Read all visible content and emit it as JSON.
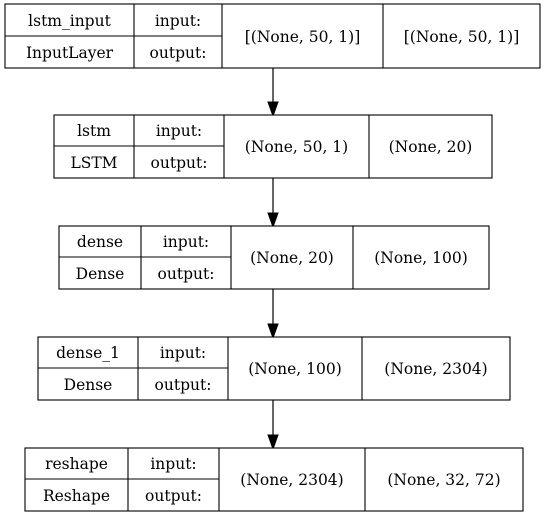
{
  "nodes": [
    {
      "name": "lstm_input",
      "type": "InputLayer",
      "input_label": "input:",
      "output_label": "output:",
      "input_shape": "[(None, 50, 1)]",
      "output_shape": "[(None, 50, 1)]"
    },
    {
      "name": "lstm",
      "type": "LSTM",
      "input_label": "input:",
      "output_label": "output:",
      "input_shape": "(None, 50, 1)",
      "output_shape": "(None, 20)"
    },
    {
      "name": "dense",
      "type": "Dense",
      "input_label": "input:",
      "output_label": "output:",
      "input_shape": "(None, 20)",
      "output_shape": "(None, 100)"
    },
    {
      "name": "dense_1",
      "type": "Dense",
      "input_label": "input:",
      "output_label": "output:",
      "input_shape": "(None, 100)",
      "output_shape": "(None, 2304)"
    },
    {
      "name": "reshape",
      "type": "Reshape",
      "input_label": "input:",
      "output_label": "output:",
      "input_shape": "(None, 2304)",
      "output_shape": "(None, 32, 72)"
    }
  ],
  "edges": [
    {
      "from": "lstm_input",
      "to": "lstm"
    },
    {
      "from": "lstm",
      "to": "dense"
    },
    {
      "from": "dense",
      "to": "dense_1"
    },
    {
      "from": "dense_1",
      "to": "reshape"
    }
  ]
}
